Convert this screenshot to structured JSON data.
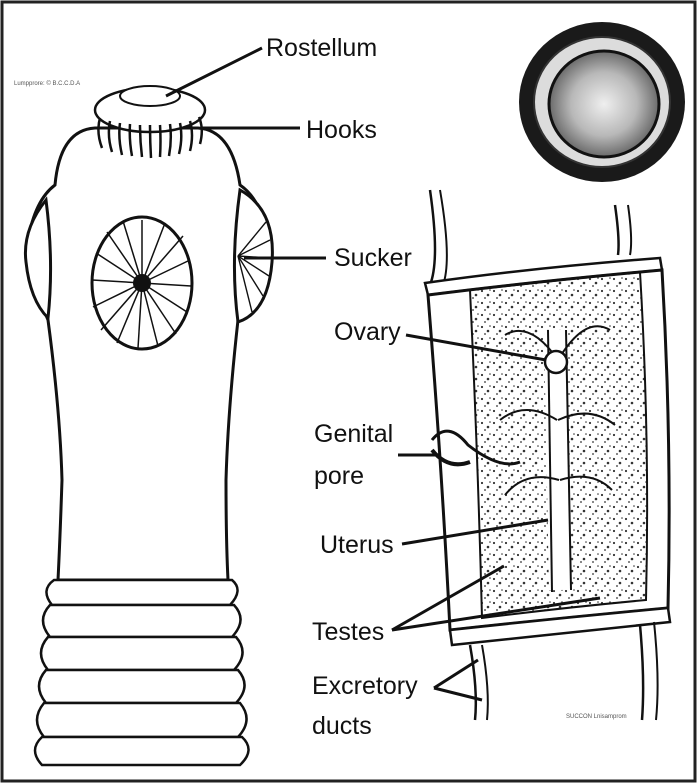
{
  "labels": {
    "rostellum": "Rostellum",
    "hooks": "Hooks",
    "sucker": "Sucker",
    "ovary": "Ovary",
    "genital_line1": "Genital",
    "genital_line2": "pore",
    "uterus": "Uterus",
    "testes": "Testes",
    "excretory_line1": "Excretory",
    "excretory_line2": "ducts"
  },
  "small_text": {
    "top_left_credit": "Lumpprore: © B.C.C.D.A",
    "bottom_right_credit": "SUCCON Lnisamprom"
  },
  "colors": {
    "ink": "#111111",
    "paper": "#ffffff",
    "shade": "#cfcfcf"
  }
}
